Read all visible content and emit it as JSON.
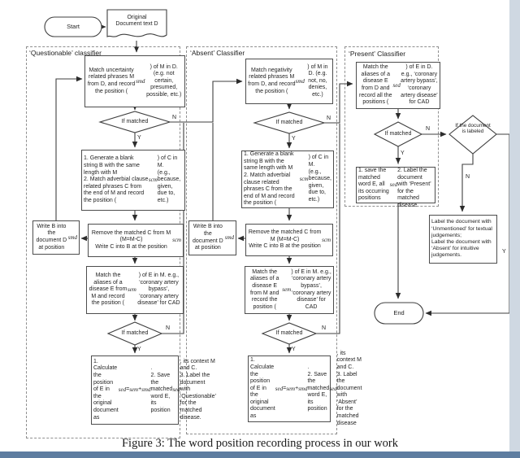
{
  "figure": {
    "caption": "Figure 3: The word position recording process in our work"
  },
  "flow": {
    "start_label": "Start",
    "end_label": "End",
    "document_node": "Original<br>Document text D",
    "branch_labels": {
      "yes": "Y",
      "no": "N"
    },
    "questionable": {
      "title": "‘Questionable’ classifier",
      "match_box": "Match uncertainty related phrases M from D, and record the position (<i>smd</i>) of M in D. (e.g. not certain, presumed, possible, etc.)",
      "if_matched": "If matched",
      "generate_box": "1. Generate a blank string B with the same length with M<br>2. Match adverbial clause related phrases C from the end of M and record the position (<i>scm</i>) of C in M.<br>(e.g., because, given, due to, etc.)",
      "remove_box": "Remove  the matched C from M (M=M-C)<br>Write C into B at the position <i>scm</i>",
      "write_box": "Write B into the document D at position <i>smd</i>",
      "alias_box": "Match the aliases of a disease E from M and record the position (<i>sem</i>) of E in M. e.g., ‘coronary artery bypass’, ‘coronary artery disease’ for CAD",
      "if_matched2": "If matched",
      "final_box": "1. Calculate the  position of E in the original document as <i>sed</i>=<i>sem</i>+<i>smd</i>.<br>2. Save the matched word E, its position <i>sed</i>, its context M and C.<br>3.  Label the document with ‘Questionable’ for the matched disease."
    },
    "absent": {
      "title": "‘Absent’ Classifier",
      "match_box": "Match negativity related phrases M from D, and record the position (<i>smd</i>) of M in D. (e.g. not, no, denies, etc.)",
      "if_matched": "If matched",
      "generate_box": "1. Generate a blank string B with the same length with M<br>2. Match adverbial clause related phrases C from the end of M and record the position (<i>scm</i>) of C in M.<br>(e.g., because, given, due to, etc.)",
      "remove_box": "Remove the matched C from M (M=M-C)<br>Write C into B at the position <i>scm</i>",
      "write_box": "Write B into the document D at position <i>smd</i>",
      "alias_box": "Match the aliases of a disease E from M and record the position (<i>sem</i>) of E in M. e.g., ‘coronary artery bypass’, ‘coronary artery disease’ for CAD",
      "if_matched2": "If matched",
      "final_box": "1. Calculate the  position of E in the original document as <i>sed</i>=<i>sem</i>+<i>smd</i>.<br>2. Save the matched word E, its position <i>sed</i>, its context M and C.<br>3.  Label the document with ‘Absent’ for the matched disease"
    },
    "present": {
      "title": "‘Present’ Classifier",
      "match_box": "Match the aliases of a disease E from D  and record all the positions (<i>sed</i>) of E in D. e.g., ‘coronary artery bypass’, ‘coronary artery disease’ for CAD",
      "if_matched": "If matched",
      "save_box": "1. save the matched word E, all its occurring positions <i>sed</i>.<br>2. Label the document with ‘Present’ for the matched disease",
      "if_labeled": "If the document is labeled",
      "label_box": "Label the document with ‘Unmentioned’ for textual judgements;<br>Label the document with ‘Absent’ for intuitive judgements."
    }
  },
  "colors": {
    "line": "#3f3f3f",
    "dashed_border": "#8f8f8f",
    "page_side_strip": "#cfd8e2",
    "page_bottom_strip": "#5e7da0"
  }
}
